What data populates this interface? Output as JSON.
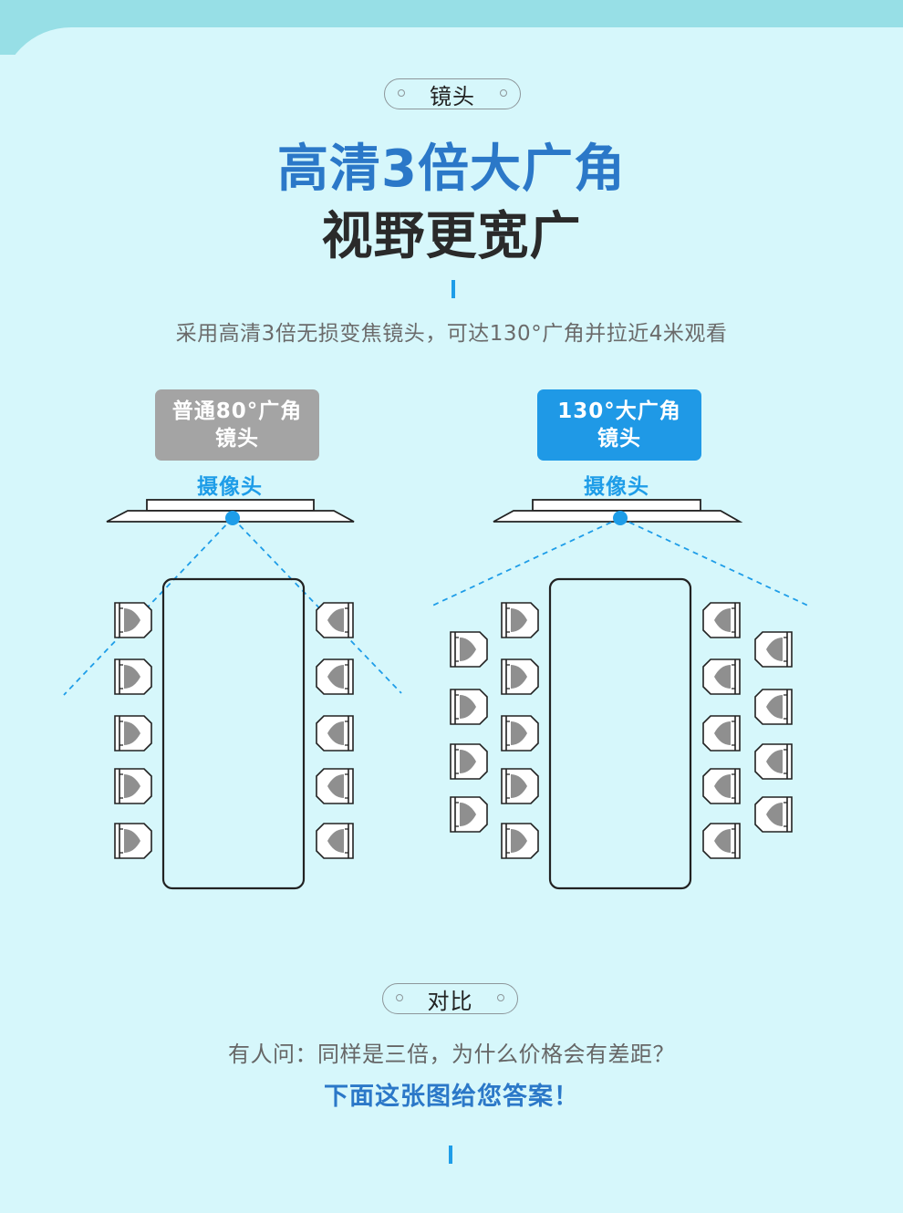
{
  "section1": {
    "tag": "镜头",
    "headline_1": "高清3倍大广角",
    "headline_2": "视野更宽广",
    "description": "采用高清3倍无损变焦镜头，可达130°广角并拉近4米观看"
  },
  "diagram": {
    "left": {
      "label_line1": "普通80°广角",
      "label_line2": "镜头",
      "label_color": "#a4a4a4",
      "camera_label": "摄像头"
    },
    "right": {
      "label_line1": "130°大广角",
      "label_line2": "镜头",
      "label_color": "#1f99e6",
      "camera_label": "摄像头"
    },
    "accent_color": "#1e9de8"
  },
  "section2": {
    "tag": "对比",
    "question": "有人问：同样是三倍，为什么价格会有差距？",
    "answer": "下面这张图给您答案！"
  },
  "colors": {
    "background": "#d6f7fb",
    "top_strip": "#97dfe6",
    "headline_blue": "#2b78c8",
    "headline_dark": "#2a2a2a"
  }
}
